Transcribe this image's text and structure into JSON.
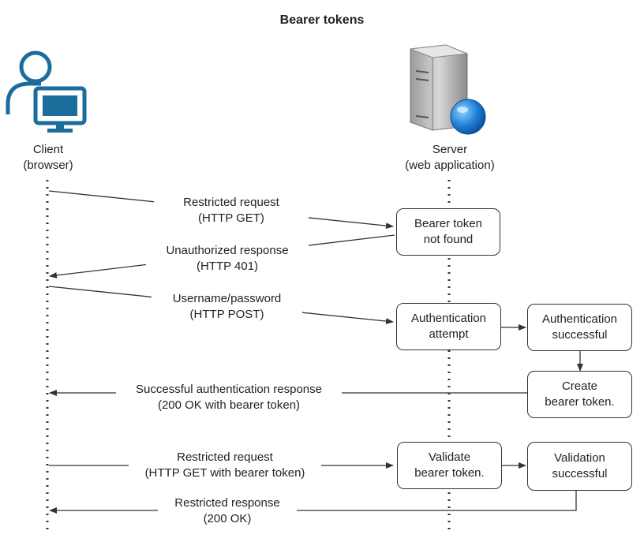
{
  "title": "Bearer tokens",
  "actors": {
    "client": {
      "line1": "Client",
      "line2": "(browser)",
      "icon": "user-computer-icon"
    },
    "server": {
      "line1": "Server",
      "line2": "(web application)",
      "icon": "server-globe-icon"
    }
  },
  "messages": [
    {
      "line1": "Restricted request",
      "line2": "(HTTP GET)"
    },
    {
      "line1": "Unauthorized response",
      "line2": "(HTTP 401)"
    },
    {
      "line1": "Username/password",
      "line2": "(HTTP POST)"
    },
    {
      "line1": "Successful authentication response",
      "line2": "(200 OK with bearer token)"
    },
    {
      "line1": "Restricted request",
      "line2": "(HTTP GET with bearer token)"
    },
    {
      "line1": "Restricted response",
      "line2": "(200 OK)"
    }
  ],
  "boxes": [
    {
      "line1": "Bearer token",
      "line2": "not found"
    },
    {
      "line1": "Authentication",
      "line2": "attempt"
    },
    {
      "line1": "Authentication",
      "line2": "successful"
    },
    {
      "line1": "Create",
      "line2": "bearer token."
    },
    {
      "line1": "Validate",
      "line2": "bearer token."
    },
    {
      "line1": "Validation",
      "line2": "successful"
    }
  ],
  "colors": {
    "icon_blue": "#1a6d9b",
    "line": "#333333",
    "globe": "#1e7fd6"
  }
}
